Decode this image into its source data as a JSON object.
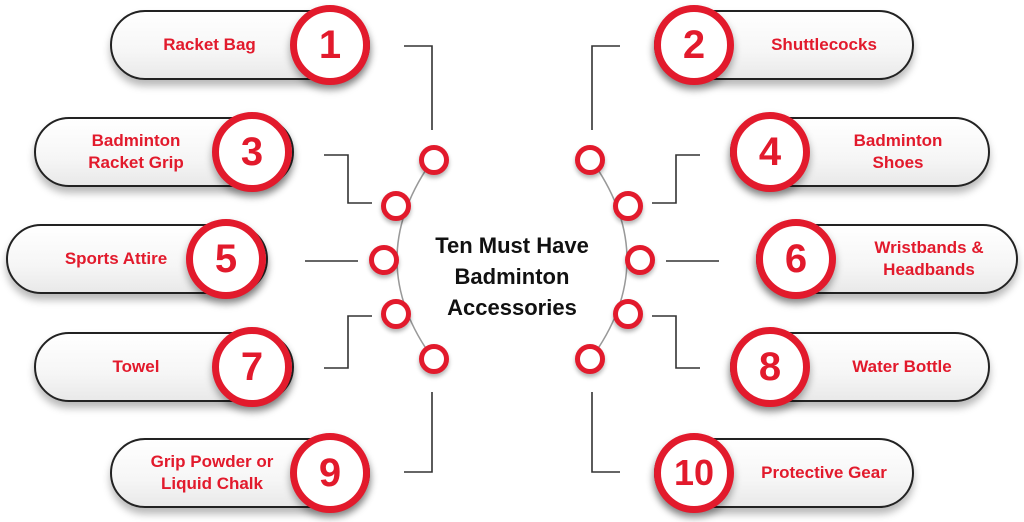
{
  "title": "Ten Must Have\nBadminton\nAccessories",
  "accent": "#e21a2c",
  "items": [
    {
      "number": "1",
      "label": "Racket Bag"
    },
    {
      "number": "2",
      "label": "Shuttlecocks"
    },
    {
      "number": "3",
      "label": "Badminton\nRacket Grip"
    },
    {
      "number": "4",
      "label": "Badminton\nShoes"
    },
    {
      "number": "5",
      "label": "Sports Attire"
    },
    {
      "number": "6",
      "label": "Wristbands &\nHeadbands"
    },
    {
      "number": "7",
      "label": "Towel"
    },
    {
      "number": "8",
      "label": "Water Bottle"
    },
    {
      "number": "9",
      "label": "Grip Powder or\nLiquid Chalk"
    },
    {
      "number": "10",
      "label": "Protective Gear"
    }
  ]
}
